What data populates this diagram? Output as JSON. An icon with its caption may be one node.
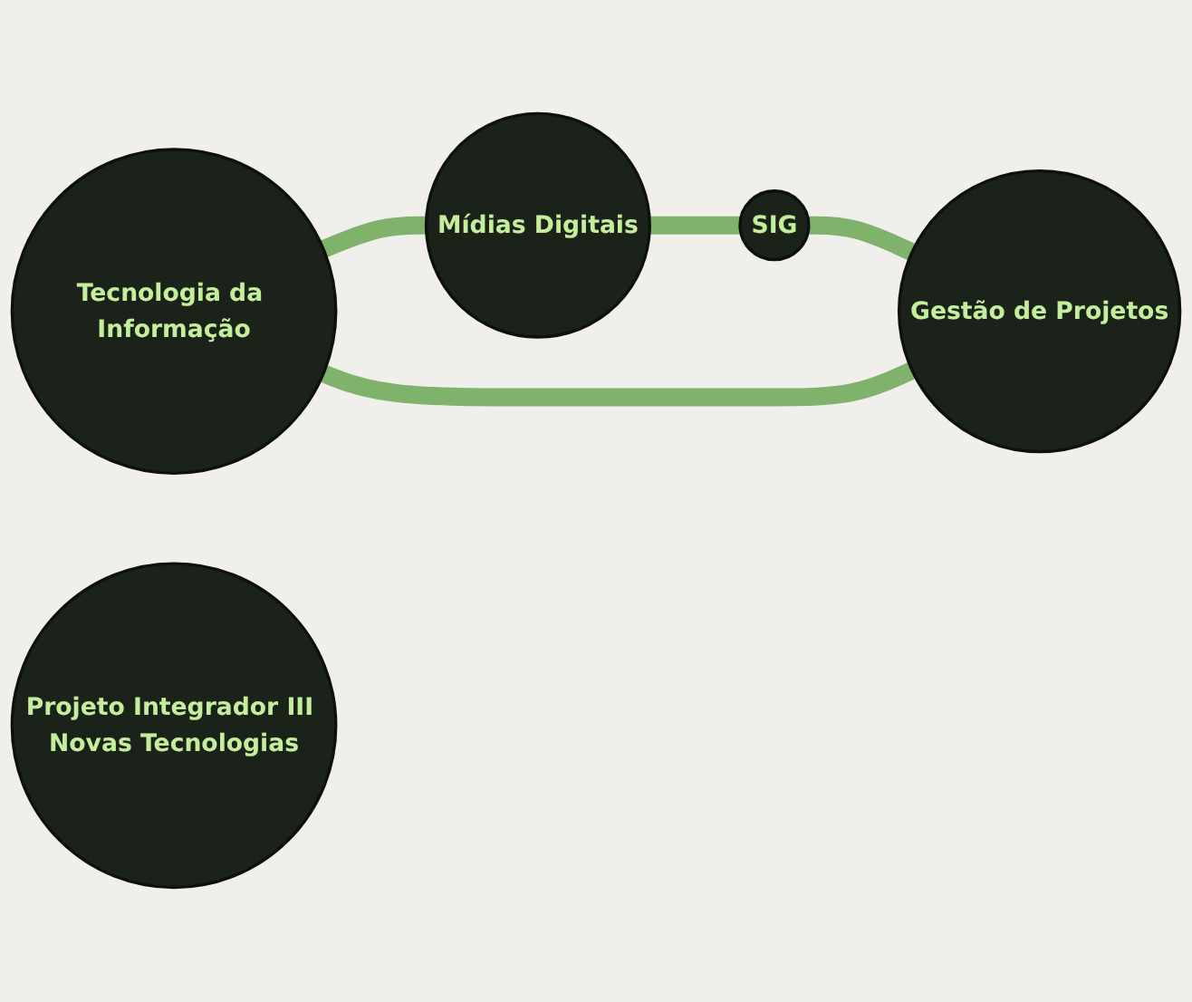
{
  "diagram": {
    "nodes": [
      {
        "text": [
          "Tecnologia da Informação"
        ]
      },
      {
        "text": [
          "Mídias Digitais"
        ]
      },
      {
        "text": [
          "Projeto Integrador III Novas Tecnologias"
        ]
      },
      {
        "text": [
          "Gestão de Projetos"
        ]
      },
      {
        "text": [
          "SIG"
        ]
      }
    ],
    "edges": [
      {
        "from": 0,
        "to": 1,
        "arrow": "none"
      },
      {
        "from": 1,
        "to": 4,
        "arrow": "none"
      },
      {
        "from": 4,
        "to": 3,
        "arrow": "none"
      },
      {
        "from": 3,
        "to": 0,
        "arrow": "none"
      }
    ]
  }
}
